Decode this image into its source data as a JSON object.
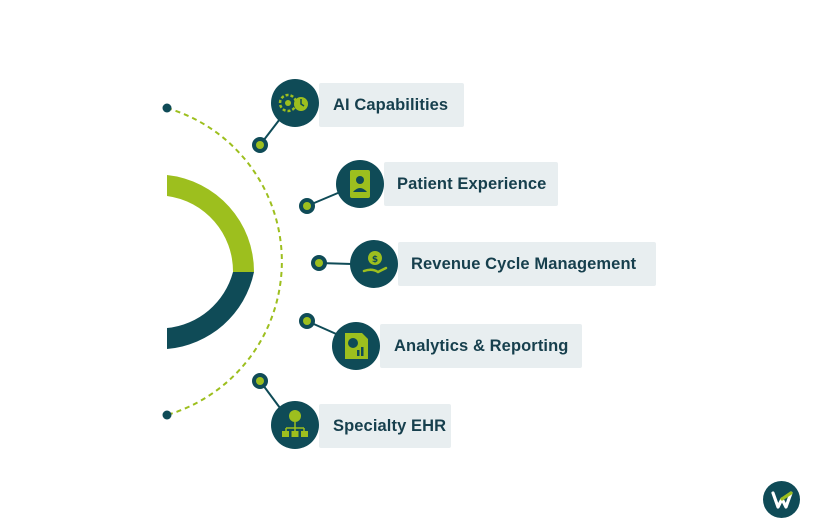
{
  "colors": {
    "teal": "#0f4b57",
    "lime": "#9dbf1e",
    "label_bg": "#e8eef0",
    "text": "#163f4d"
  },
  "items": [
    {
      "label": "AI Capabilities",
      "icon": "ai-gear-icon"
    },
    {
      "label": "Patient Experience",
      "icon": "patient-tablet-icon"
    },
    {
      "label": "Revenue Cycle Management",
      "icon": "money-hand-icon"
    },
    {
      "label": "Analytics & Reporting",
      "icon": "report-chart-icon"
    },
    {
      "label": "Specialty EHR",
      "icon": "network-hierarchy-icon"
    }
  ],
  "logo": {
    "icon": "company-logo-icon"
  }
}
